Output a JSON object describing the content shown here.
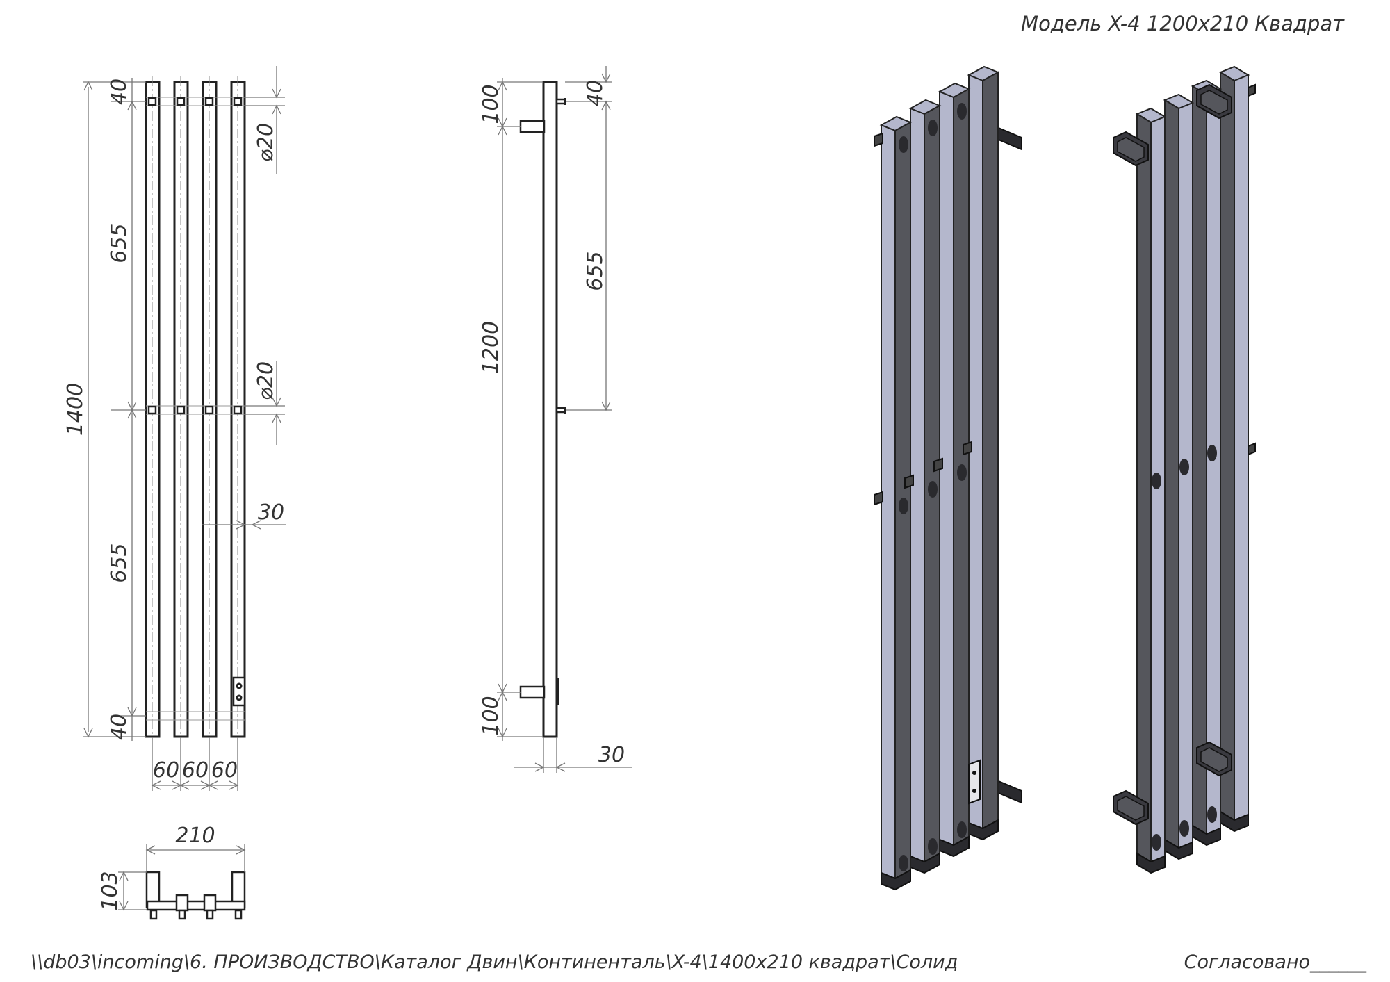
{
  "title": "Модель X-4 1200x210 Квадрат",
  "footer": {
    "path": "\\\\db03\\incoming\\6. ПРОИЗВОДСТВО\\Каталог Двин\\Континенталь\\X-4\\1400x210 квадрат\\Солид",
    "approved": "Согласовано______"
  },
  "front_view": {
    "dim_total_height": "1400",
    "dim_top": "40",
    "dim_upper_span": "655",
    "dim_lower_span": "655",
    "dim_bottom": "40",
    "dim_pipe_upper": "⌀20",
    "dim_pipe_lower": "⌀20",
    "dim_profile": "30",
    "dim_spacing_1": "60",
    "dim_spacing_2": "60",
    "dim_spacing_3": "60"
  },
  "side_view": {
    "dim_top_offset": "100",
    "dim_height": "1200",
    "dim_bottom_offset": "100",
    "dim_top": "40",
    "dim_span": "655",
    "dim_depth": "30"
  },
  "top_view": {
    "dim_width": "210",
    "dim_depth": "103"
  },
  "colors": {
    "line": "#222222",
    "dimension": "#777777",
    "tube_face": "#b4b7cc",
    "tube_side": "#55565c",
    "tube_dark": "#2a2a2e"
  }
}
